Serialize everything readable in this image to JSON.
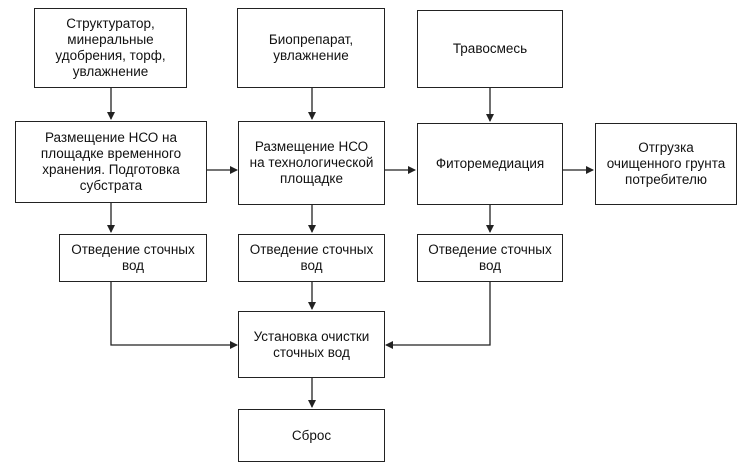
{
  "diagram": {
    "title": "",
    "nodes": {
      "n1": "Структуратор,\nминеральные\nудобрения, торф,\nувлажнение",
      "n2": "Биопрепарат,\nувлажнение",
      "n3": "Травосмесь",
      "n4": "Размещение НСО на\nплощадке временного\nхранения. Подготовка\nсубстрата",
      "n5": "Размещение НСО\nна технологической\nплощадке",
      "n6": "Фиторемедиация",
      "n7": "Отгрузка\nочищенного грунта\nпотребителю",
      "n8": "Отведение сточных\nвод",
      "n9": "Отведение сточных\nвод",
      "n10": "Отведение сточных\nвод",
      "n11": "Установка очистки\nсточных вод",
      "n12": "Сброс"
    },
    "edges": [
      {
        "from": "n1",
        "to": "n4"
      },
      {
        "from": "n2",
        "to": "n5"
      },
      {
        "from": "n3",
        "to": "n6"
      },
      {
        "from": "n4",
        "to": "n5"
      },
      {
        "from": "n5",
        "to": "n6"
      },
      {
        "from": "n6",
        "to": "n7"
      },
      {
        "from": "n4",
        "to": "n8"
      },
      {
        "from": "n5",
        "to": "n9"
      },
      {
        "from": "n6",
        "to": "n10"
      },
      {
        "from": "n8",
        "to": "n11"
      },
      {
        "from": "n9",
        "to": "n11"
      },
      {
        "from": "n10",
        "to": "n11"
      },
      {
        "from": "n11",
        "to": "n12"
      }
    ],
    "colors": {
      "line": "#222222",
      "box_border": "#222222",
      "text": "#111111",
      "background": "#ffffff"
    }
  }
}
